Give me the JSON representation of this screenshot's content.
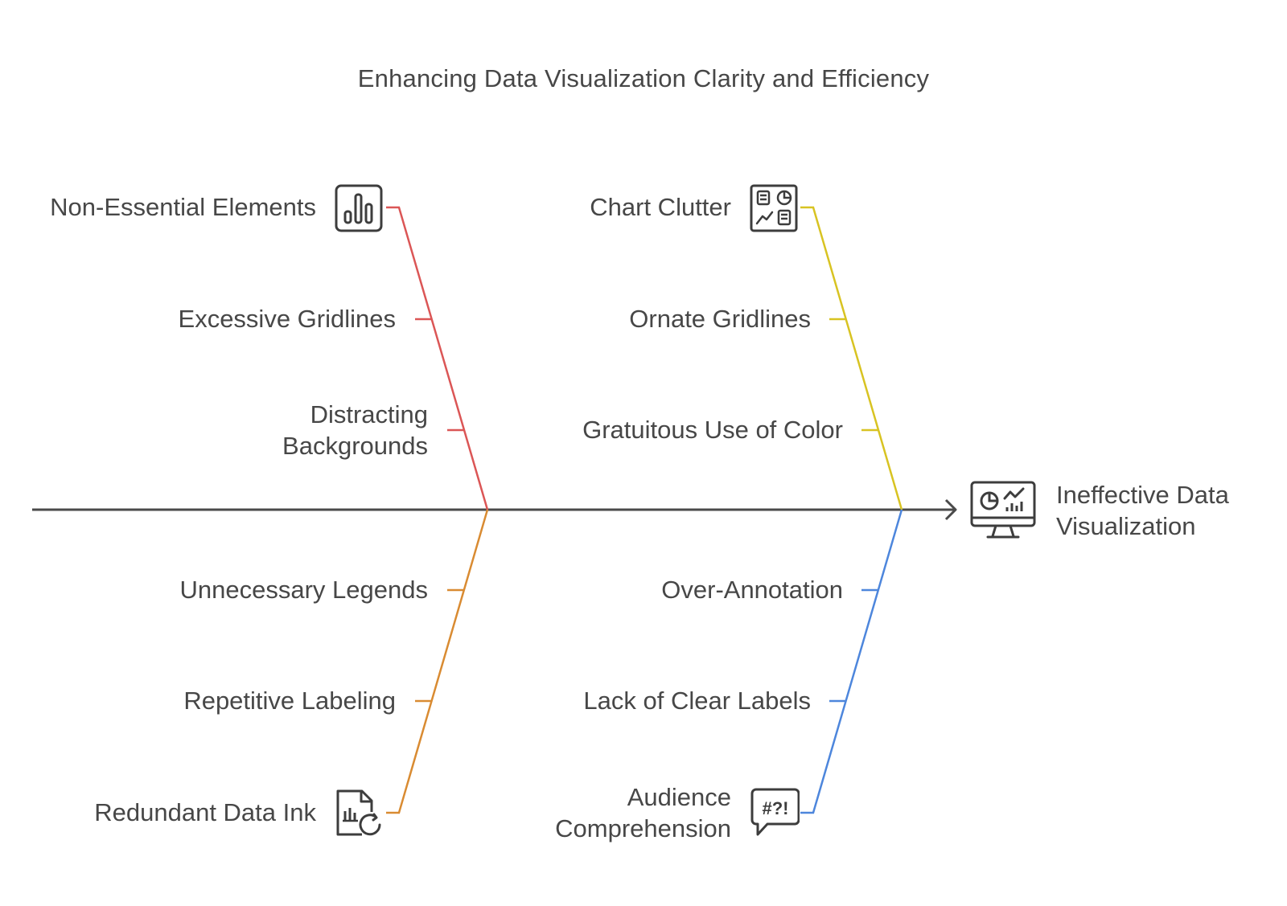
{
  "title": "Enhancing Data Visualization Clarity and Efficiency",
  "effect": {
    "line1": "Ineffective Data",
    "line2": "Visualization",
    "icon": "monitor-charts-icon"
  },
  "colors": {
    "red": "#db5656",
    "yellow": "#d8c322",
    "orange": "#d98b32",
    "blue": "#4d86dc",
    "spine": "#4a4a4a"
  },
  "branches": {
    "top_left": {
      "category": "Non-Essential Elements",
      "icon": "bar-chart-icon",
      "causes": [
        "Excessive Gridlines",
        "Distracting",
        "Backgrounds"
      ]
    },
    "top_right": {
      "category": "Chart Clutter",
      "icon": "dashboard-icon",
      "causes": [
        "Ornate Gridlines",
        "Gratuitous Use of Color"
      ]
    },
    "bottom_left": {
      "category": "Redundant Data Ink",
      "icon": "document-refresh-icon",
      "causes": [
        "Unnecessary Legends",
        "Repetitive Labeling"
      ]
    },
    "bottom_right": {
      "category_line1": "Audience",
      "category_line2": "Comprehension",
      "icon": "speech-bubble-icon",
      "glyph": "#?!",
      "causes": [
        "Over-Annotation",
        "Lack of Clear Labels"
      ]
    }
  }
}
